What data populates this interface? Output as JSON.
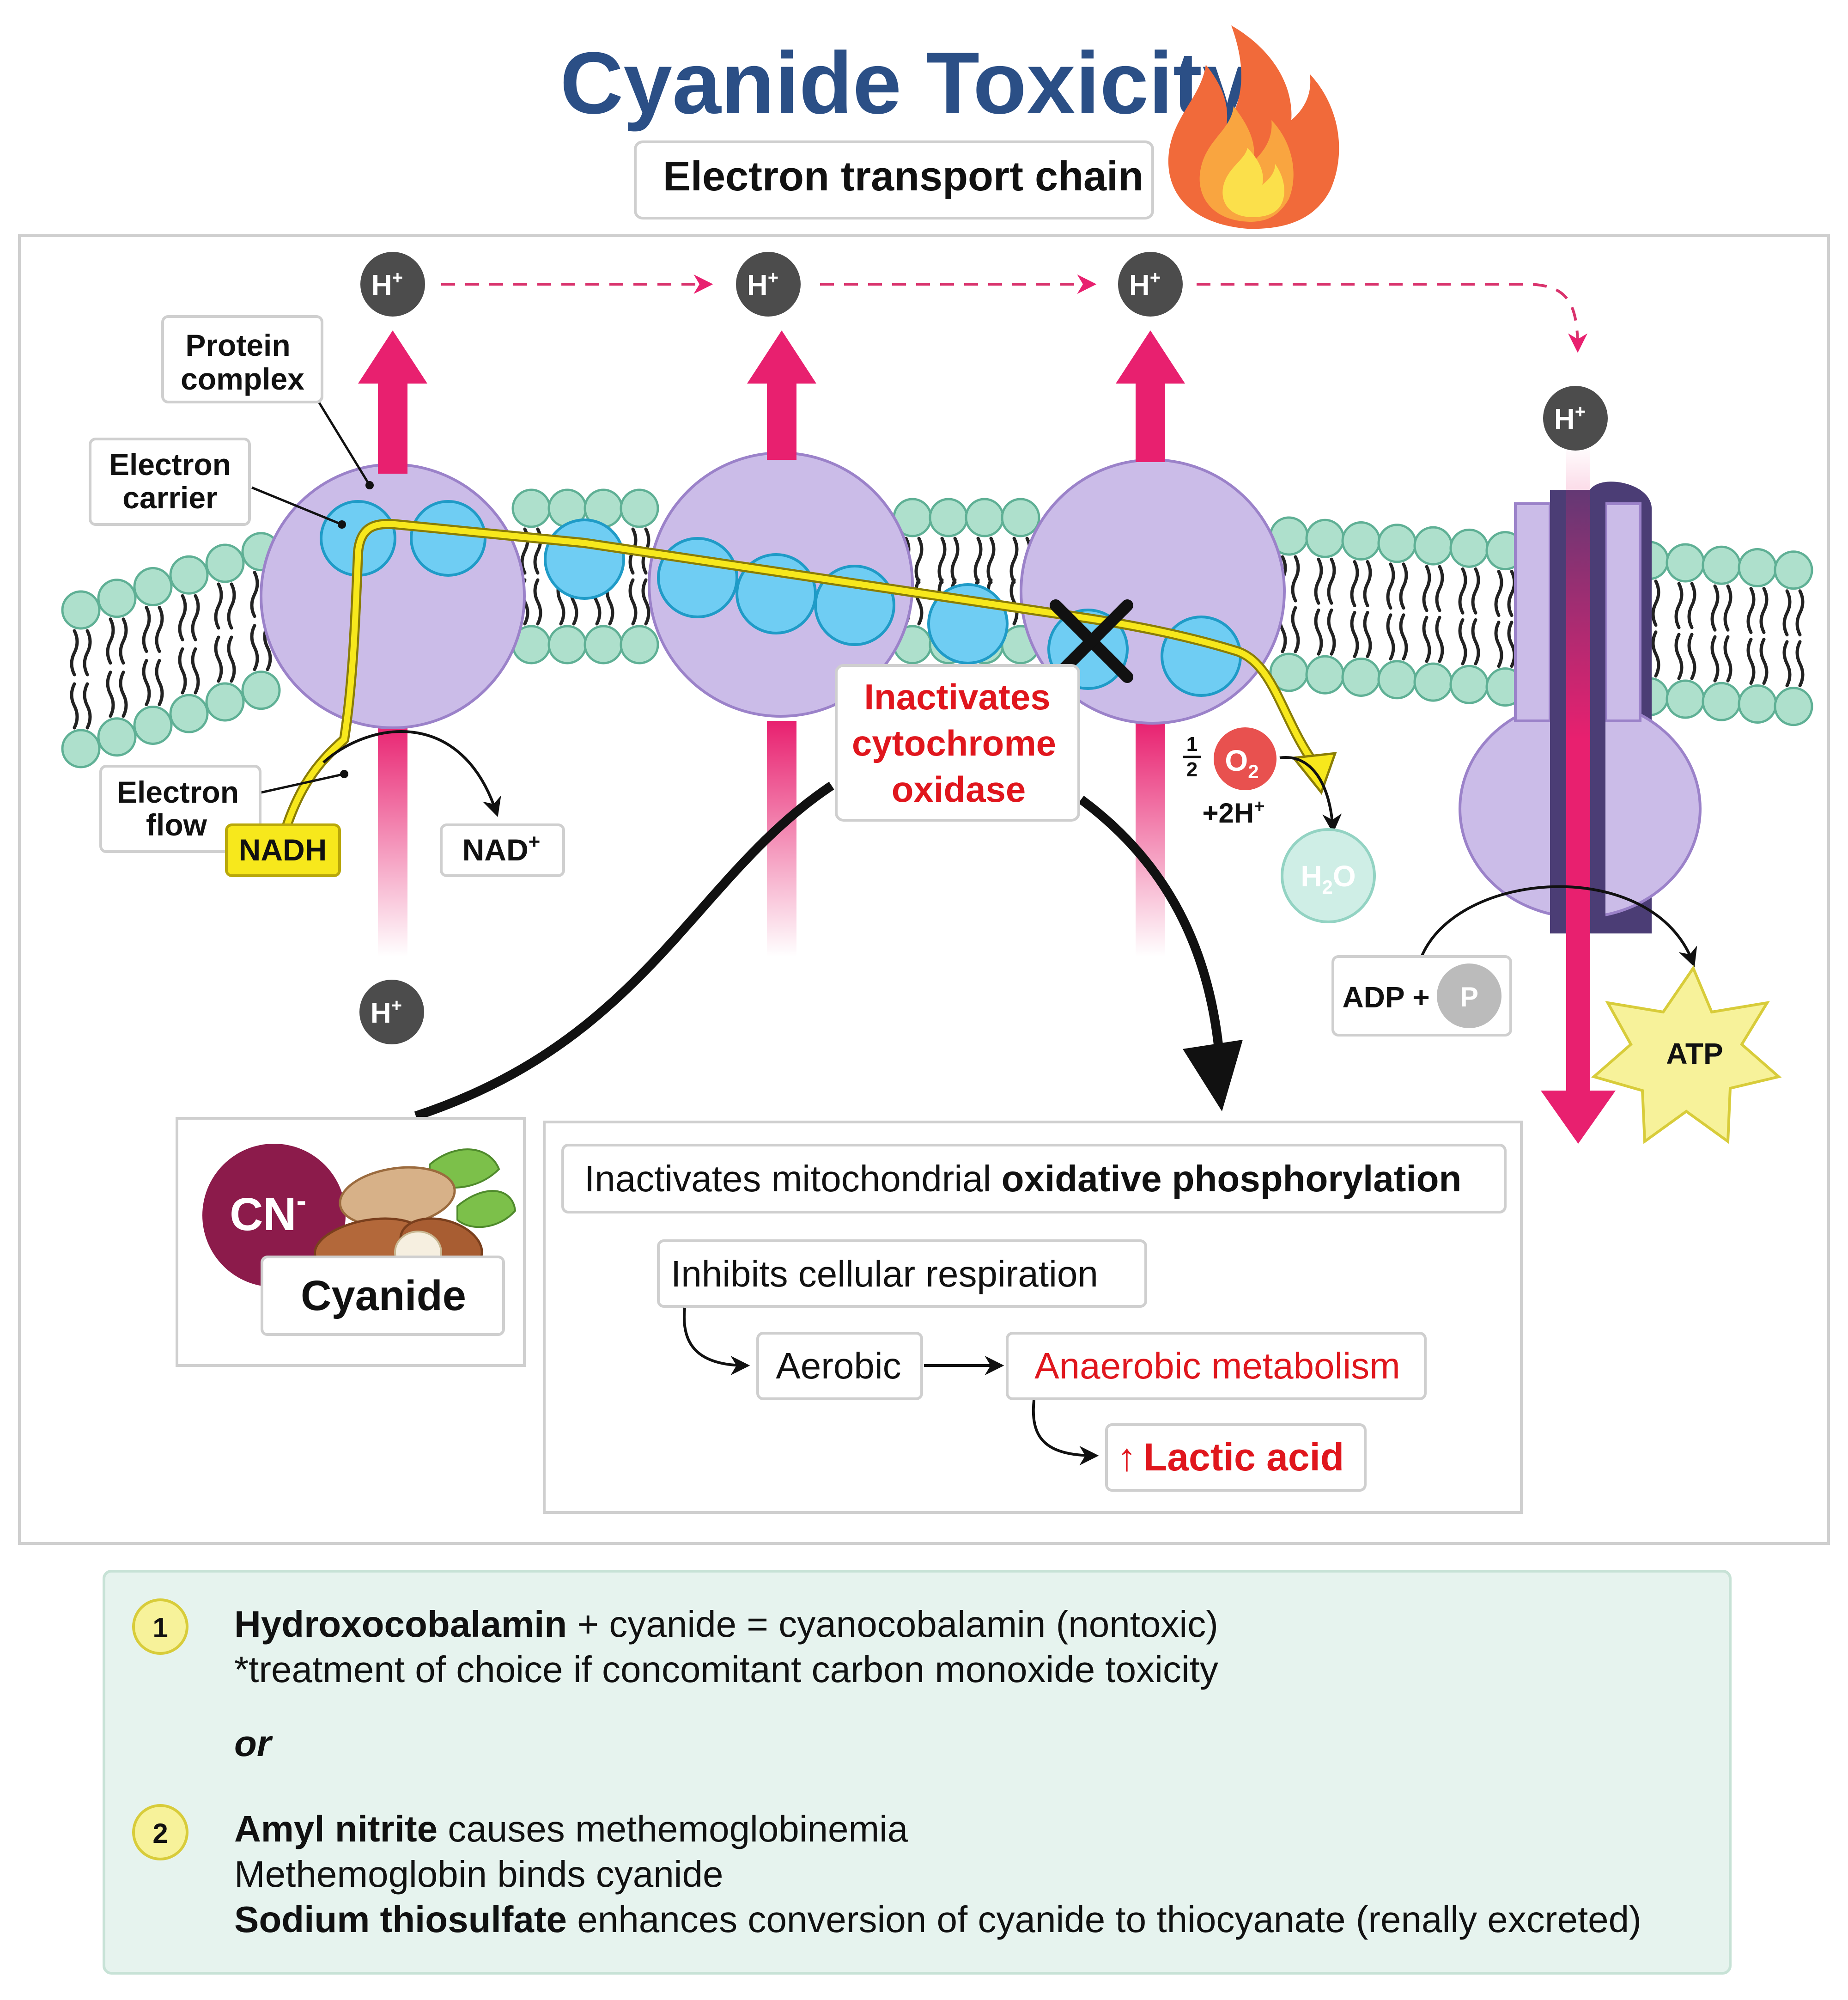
{
  "title": "Cyanide Toxicity",
  "subtitle": "Electron transport chain",
  "labels": {
    "protein_complex_1": "Protein",
    "protein_complex_2": "complex",
    "electron_carrier_1": "Electron",
    "electron_carrier_2": "carrier",
    "electron_flow_1": "Electron",
    "electron_flow_2": "flow",
    "nadh": "NADH",
    "nad": "NAD",
    "nad_sup": "+",
    "proton": "H",
    "proton_sup": "+",
    "inactivates_1": "Inactivates",
    "inactivates_2": "cytochrome",
    "inactivates_3": "oxidase",
    "half_num": "1",
    "half_den": "2",
    "o2": "O",
    "o2_sub": "2",
    "plus_2h": "+2H",
    "plus_2h_sup": "+",
    "h2o_h": "H",
    "h2o_sub": "2",
    "h2o_o": "O",
    "adp": "ADP +",
    "phosphate": "P",
    "atp": "ATP"
  },
  "cyanide_box": {
    "ion": "CN",
    "ion_sup": "-",
    "label": "Cyanide"
  },
  "effects": {
    "headline_plain": "Inactivates mitochondrial ",
    "headline_bold": "oxidative phosphorylation",
    "inhibits": "Inhibits cellular respiration",
    "aerobic": "Aerobic",
    "anaerobic": "Anaerobic metabolism",
    "lactic_arrow": "↑",
    "lactic": "Lactic acid"
  },
  "treatment": {
    "n1": "1",
    "t1_bold": "Hydroxocobalamin",
    "t1_rest": " + cyanide = cyanocobalamin (nontoxic)",
    "t1_note": "*treatment of choice if concomitant carbon monoxide toxicity",
    "or": "or",
    "n2": "2",
    "t2_bold": "Amyl nitrite",
    "t2_rest": " causes methemoglobinemia",
    "t2_line2": "Methemoglobin binds cyanide",
    "t2_line3_bold": "Sodium thiosulfate",
    "t2_line3_rest": " enhances conversion of cyanide to thiocyanate (renally excreted)"
  },
  "colors": {
    "title": "#2b4f86",
    "complex": "#cbbce8",
    "complex_stroke": "#9b82c9",
    "carrier": "#6fcdf3",
    "carrier_stroke": "#1f9bc7",
    "lipid_head": "#aee0cc",
    "lipid_stroke": "#5fb095",
    "proton_arrow": "#e8206f",
    "electron_flow": "#f7e81c",
    "highlight_red": "#e0161d",
    "oxygen": "#e8514f",
    "cyanide_ion": "#8c1b4b",
    "atp_star": "#f7f29a",
    "treatment_bg": "#e6f3ee",
    "dark_circle": "#4c4c4c"
  }
}
